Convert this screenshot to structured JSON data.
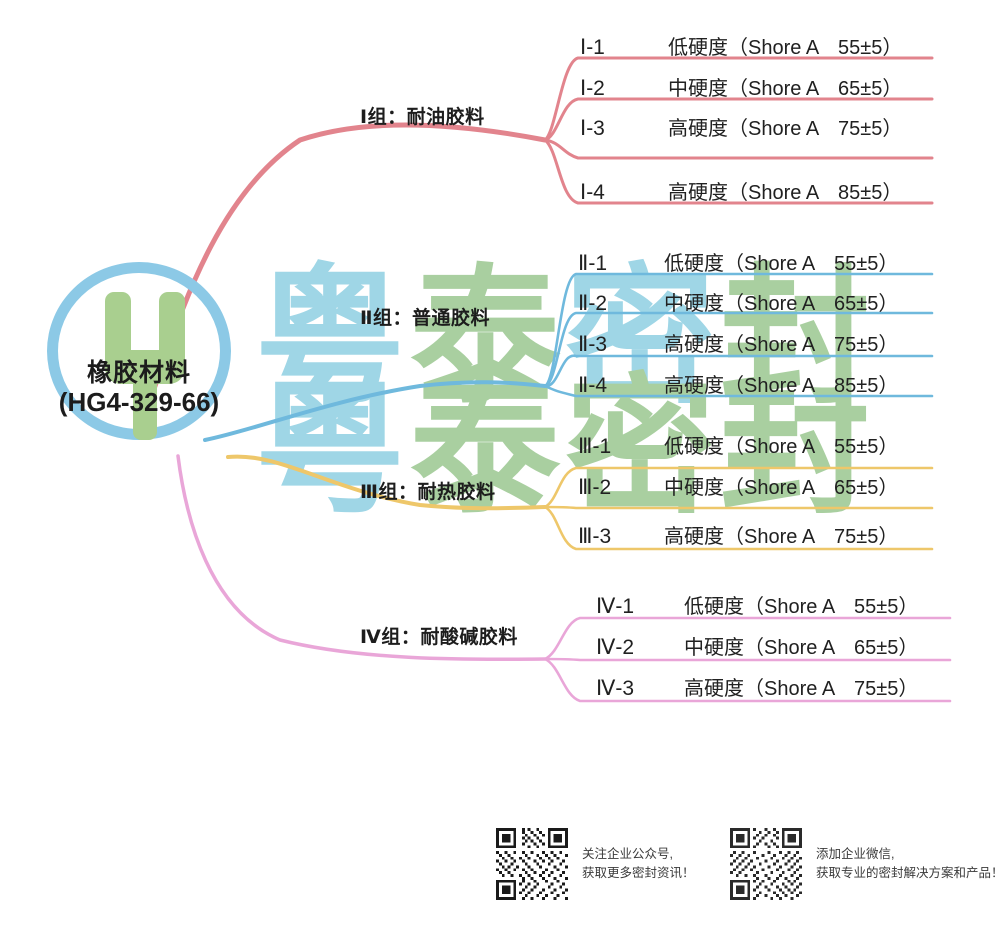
{
  "center": {
    "title": "橡胶材料",
    "code": "(HG4-329-66)",
    "ring_color": "#8cc9e6",
    "glyph_color": "#a9cf8f"
  },
  "watermark": {
    "chars": [
      "粤",
      "泰",
      "密",
      "封"
    ],
    "blue": "#9fd6e6",
    "green": "#a9cfa0"
  },
  "groups": [
    {
      "label": "Ⅰ组：耐油胶料",
      "color": "#e2848d",
      "items": [
        {
          "code": "Ⅰ-1",
          "desc": "低硬度（Shore A　55±5）"
        },
        {
          "code": "Ⅰ-2",
          "desc": "中硬度（Shore A　65±5）"
        },
        {
          "code": "Ⅰ-3",
          "desc": "高硬度（Shore A　75±5）"
        },
        {
          "code": "Ⅰ-4",
          "desc": "高硬度（Shore A　85±5）"
        }
      ]
    },
    {
      "label": "Ⅱ组：普通胶料",
      "color": "#6fb9dd",
      "items": [
        {
          "code": "Ⅱ-1",
          "desc": "低硬度（Shore A　55±5）"
        },
        {
          "code": "Ⅱ-2",
          "desc": "中硬度（Shore A　65±5）"
        },
        {
          "code": "Ⅱ-3",
          "desc": "高硬度（Shore A　75±5）"
        },
        {
          "code": "Ⅱ-4",
          "desc": "高硬度（Shore A　85±5）"
        }
      ]
    },
    {
      "label": "Ⅲ组：耐热胶料",
      "color": "#edc košice"
    }
  ],
  "groups_fixed": [
    {
      "label": "Ⅲ组：耐热胶料",
      "color": "#eec76a",
      "items": [
        {
          "code": "Ⅲ-1",
          "desc": "低硬度（Shore A　55±5）"
        },
        {
          "code": "Ⅲ-2",
          "desc": "中硬度（Shore A　65±5）"
        },
        {
          "code": "Ⅲ-3",
          "desc": "高硬度（Shore A　75±5）"
        }
      ]
    },
    {
      "label": "Ⅳ组：耐酸碱胶料",
      "color": "#e9a6d8",
      "items": [
        {
          "code": "Ⅳ-1",
          "desc": "低硬度（Shore A　55±5）"
        },
        {
          "code": "Ⅳ-2",
          "desc": "中硬度（Shore A　65±5）"
        },
        {
          "code": "Ⅳ-3",
          "desc": "高硬度（Shore A　75±5）"
        }
      ]
    }
  ],
  "footer": {
    "blocks": [
      {
        "line1": "关注企业公众号,",
        "line2": "获取更多密封资讯！"
      },
      {
        "line1": "添加企业微信,",
        "line2": "获取专业的密封解决方案和产品！"
      }
    ]
  }
}
